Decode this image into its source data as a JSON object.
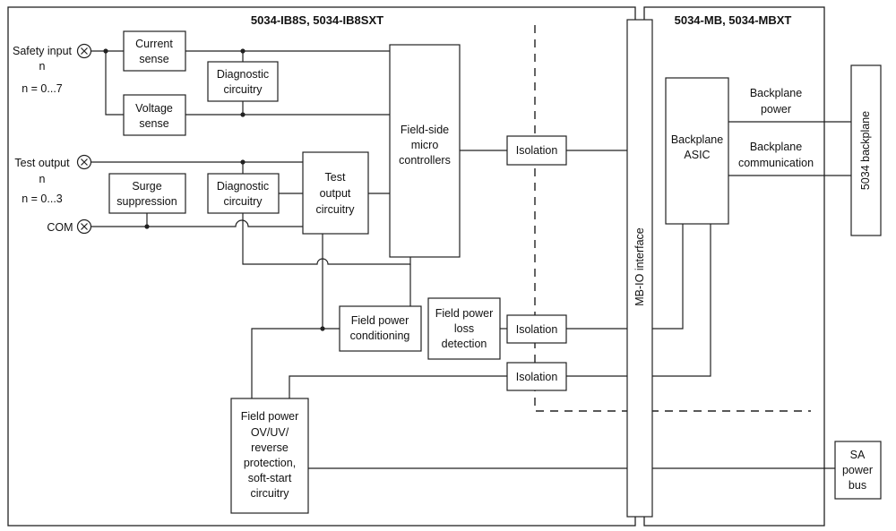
{
  "frames": {
    "left_title": "5034-IB8S, 5034-IB8SXT",
    "right_title": "5034-MB, 5034-MBXT"
  },
  "terminals": {
    "safety_input": "Safety input",
    "safety_input_n": "n",
    "safety_input_range": "n = 0...7",
    "test_output": "Test output",
    "test_output_n": "n",
    "test_output_range": "n = 0...3",
    "com": "COM"
  },
  "blocks": {
    "current_sense": [
      "Current",
      "sense"
    ],
    "voltage_sense": [
      "Voltage",
      "sense"
    ],
    "diagnostic_1": [
      "Diagnostic",
      "circuitry"
    ],
    "surge_suppression": [
      "Surge",
      "suppression"
    ],
    "diagnostic_2": [
      "Diagnostic",
      "circuitry"
    ],
    "test_output_circuitry": [
      "Test",
      "output",
      "circuitry"
    ],
    "field_side_micro": [
      "Field-side",
      "micro",
      "controllers"
    ],
    "isolation_1": [
      "Isolation"
    ],
    "isolation_2": [
      "Isolation"
    ],
    "isolation_3": [
      "Isolation"
    ],
    "field_power_conditioning": [
      "Field power",
      "conditioning"
    ],
    "field_power_loss_detection": [
      "Field power",
      "loss",
      "detection"
    ],
    "field_power_protection": [
      "Field power",
      "OV/UV/",
      "reverse",
      "protection,",
      "soft-start",
      "circuitry"
    ],
    "backplane_asic": [
      "Backplane",
      "ASIC"
    ],
    "mb_io_interface": "MB-IO interface",
    "backplane_5034": "5034 backplane",
    "sa_power_bus": [
      "SA",
      "power",
      "bus"
    ]
  },
  "labels": {
    "backplane_power": [
      "Backplane",
      "power"
    ],
    "backplane_communication": [
      "Backplane",
      "communication"
    ]
  }
}
